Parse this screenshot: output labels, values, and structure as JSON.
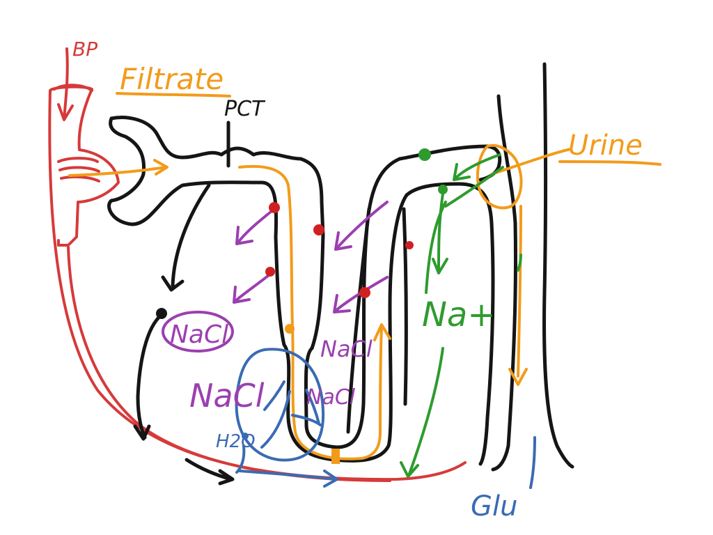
{
  "labels": {
    "bp": "BP",
    "filtrate": "Filtrate",
    "pct": "PCT",
    "urine": "Urine",
    "nacl_circled": "NaCl",
    "nacl_small": "NaCl",
    "nacl_large": "NaCl",
    "nacl_right": "NaCl",
    "h2o": "H2O",
    "na_plus": "Na+",
    "glucose": "Glu"
  },
  "colors": {
    "blood": "#d63a3a",
    "filtrate": "#f29b1a",
    "tubule": "#151515",
    "salt": "#9b3fb0",
    "water": "#3a6bb3",
    "sodium": "#2e9b2e",
    "pump": "#d02020"
  }
}
